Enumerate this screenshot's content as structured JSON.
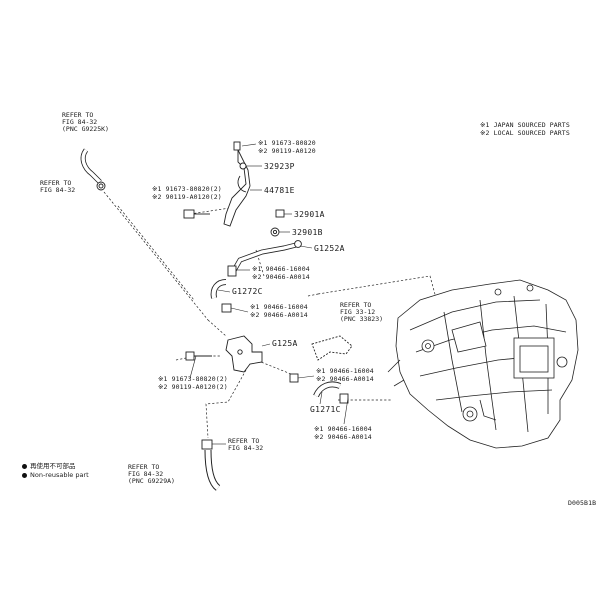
{
  "notes": {
    "note1": "※1 JAPAN SOURCED PARTS",
    "note2": "※2 LOCAL SOURCED PARTS"
  },
  "refers": {
    "top_left": {
      "line1": "REFER TO",
      "line2": "FIG 84-32",
      "line3": "(PNC G9225K)"
    },
    "left_mid": {
      "line1": "REFER TO",
      "line2": "FIG 84-32"
    },
    "center": {
      "line1": "REFER TO",
      "line2": "FIG 33-12",
      "line3": "(PNC 33823)"
    },
    "lower": {
      "line1": "REFER TO",
      "line2": "FIG 84-32"
    },
    "bottom": {
      "line1": "REFER TO",
      "line2": "FIG 84-32",
      "line3": "(PNC G9229A)"
    }
  },
  "parts": {
    "top_bolt_1": "※1 91673-80820",
    "top_bolt_2": "※2 90119-A0120",
    "p32923P": "32923P",
    "p44781E": "44781E",
    "left_bolt_1": "※1 91673-80820(2)",
    "left_bolt_2": "※2 90119-A0120(2)",
    "p32901A": "32901A",
    "p32901B": "32901B",
    "pG1252A": "G1252A",
    "clamp1_1": "※1 90466-16004",
    "clamp1_2": "※2 90466-A0014",
    "pG1272C": "G1272C",
    "clamp2_1": "※1 90466-16004",
    "clamp2_2": "※2 90466-A0014",
    "pG125A": "G125A",
    "lower_bolt_1": "※1 91673-80820(2)",
    "lower_bolt_2": "※2 90119-A0120(2)",
    "clamp3_1": "※1 90466-16004",
    "clamp3_2": "※2 90466-A0014",
    "pG1271C": "G1271C",
    "clamp4_1": "※1 90466-16004",
    "clamp4_2": "※2 90466-A0014"
  },
  "legend": {
    "item1": "再使用不可部品",
    "item2": "Non-reusable part"
  },
  "figure_code": "D005B1B"
}
